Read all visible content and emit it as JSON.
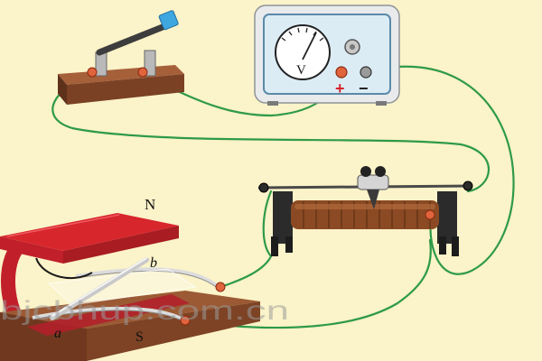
{
  "labels": {
    "voltmeter": "V",
    "plus": "+",
    "minus": "−",
    "north_pole": "N",
    "south_pole": "S",
    "rod_end_a": "a",
    "rod_end_b": "b"
  },
  "watermark": "bjcbhup.com.cn",
  "colors": {
    "background": "#fbf3c9",
    "wire": "#2e9a48",
    "magnet_red": "#d8262d",
    "wood": "#8a4b2a",
    "meter_panel": "#dcecf5",
    "terminal": "#e0643c"
  }
}
